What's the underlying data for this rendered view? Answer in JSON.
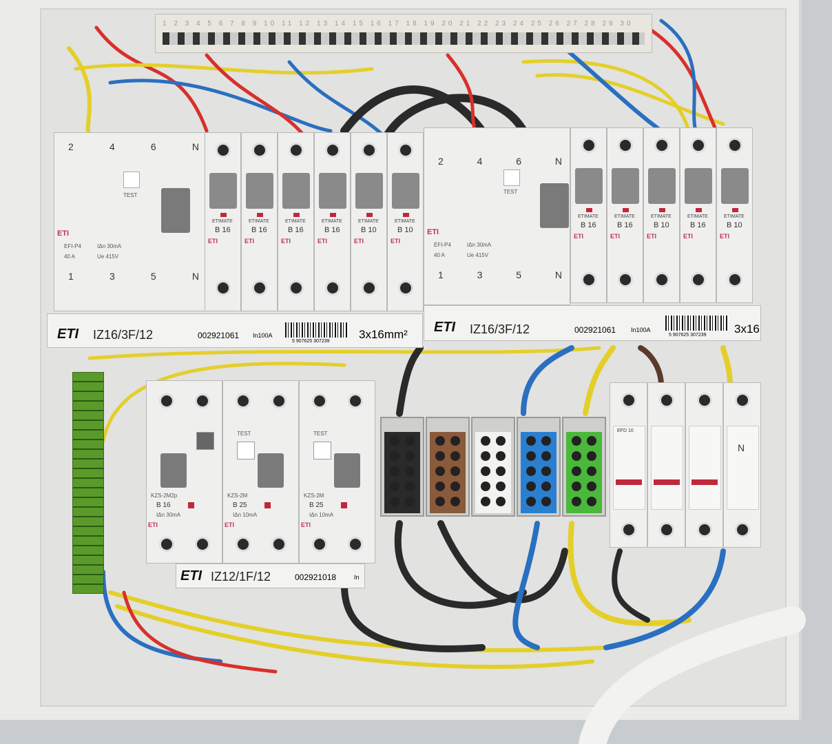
{
  "busbar": {
    "numbers": "1 2 3 4 5 6 7 8 9 10 11 12 13 14 15 16 17 18 19 20 21 22 23 24 25 26 27 28 29 30"
  },
  "rail1_left": {
    "rcd": {
      "terminals_top": [
        "2",
        "4",
        "6",
        "N"
      ],
      "terminals_bottom": [
        "1",
        "3",
        "5",
        "N"
      ],
      "test": "TEST",
      "model": "EFI-P4",
      "rating": "40 A",
      "sensitivity": "IΔn 30mA",
      "voltage": "Ue 415V"
    },
    "mcbs": [
      {
        "brand": "ETIMATE",
        "rating": "B 16"
      },
      {
        "brand": "ETIMATE",
        "rating": "B 16"
      },
      {
        "brand": "ETIMATE",
        "rating": "B 16"
      },
      {
        "brand": "ETIMATE",
        "rating": "B 16"
      },
      {
        "brand": "ETIMATE",
        "rating": "B 10"
      },
      {
        "brand": "ETIMATE",
        "rating": "B 10"
      }
    ],
    "label": {
      "logo": "ETI",
      "model": "IZ16/3F/12",
      "code": "002921061",
      "current": "In100A",
      "barcode": "5 907625 307239",
      "cable": "3x16mm²"
    }
  },
  "rail1_right": {
    "rcd": {
      "terminals_top": [
        "2",
        "4",
        "6",
        "N"
      ],
      "terminals_bottom": [
        "1",
        "3",
        "5",
        "N"
      ],
      "test": "TEST",
      "model": "EFI-P4",
      "rating": "40 A",
      "sensitivity": "IΔn 30mA",
      "voltage": "Ue 415V"
    },
    "mcbs": [
      {
        "brand": "ETIMATE",
        "rating": "B 16"
      },
      {
        "brand": "ETIMATE",
        "rating": "B 16"
      },
      {
        "brand": "ETIMATE",
        "rating": "B 10"
      },
      {
        "brand": "ETIMATE",
        "rating": "B 16"
      },
      {
        "brand": "ETIMATE",
        "rating": "B 10"
      }
    ],
    "label": {
      "logo": "ETI",
      "model": "IZ16/3F/12",
      "code": "002921061",
      "current": "In100A",
      "barcode": "5 907625 307239",
      "cable": "3x16"
    }
  },
  "rail2": {
    "rcbos": [
      {
        "model": "KZS-2M2p",
        "rating": "B 16",
        "sensitivity": "IΔn 30mA",
        "test": ""
      },
      {
        "model": "KZS-2M",
        "rating": "B 25",
        "sensitivity": "IΔn 10mA",
        "test": "TEST"
      },
      {
        "model": "KZS-2M",
        "rating": "B 25",
        "sensitivity": "IΔn 10mA",
        "test": "TEST"
      }
    ],
    "label": {
      "logo": "ETI",
      "model": "IZ12/1F/12",
      "code": "002921018",
      "current": "In"
    },
    "fuses": [
      {
        "label": "EFD 10"
      },
      {
        "label": ""
      },
      {
        "label": ""
      },
      {
        "label": "N"
      }
    ]
  },
  "colors": {
    "live": "#2a2a2a",
    "brown": "#8a5a3a",
    "neutral": "#2a6fc0",
    "earth_yellow": "#e4cf2a",
    "earth_green": "#3a9a3a",
    "red": "#d8302a"
  }
}
